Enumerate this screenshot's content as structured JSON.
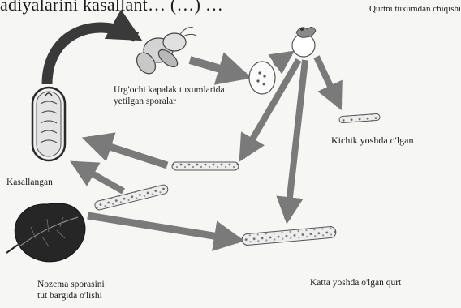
{
  "header_fragment": "adiyalarini kasallant… (…) …",
  "labels": {
    "hatching": "Qurtni tuxumdan chiqishi",
    "spores_in_eggs_line1": "Urg'ochi kapalak tuxumlarida",
    "spores_in_eggs_line2": "yetilgan sporalar",
    "young_larva": "Kichik yoshda o'lgan",
    "infected": "Kasallangan",
    "leaf_line1": "Nozema sporasini",
    "leaf_line2": "tut bargida o'lishi",
    "old_larva": "Katta yoshda o'lgan qurt"
  },
  "icons": [
    "moth-icon",
    "egg-icon",
    "hatching-larva-icon",
    "cocoon-pupa-icon",
    "mulberry-leaf-icon",
    "larva-icon"
  ],
  "colors": {
    "arrow": "#8a8a8a",
    "leaf": "#2a2a2a",
    "ink": "#1a1a1a"
  }
}
